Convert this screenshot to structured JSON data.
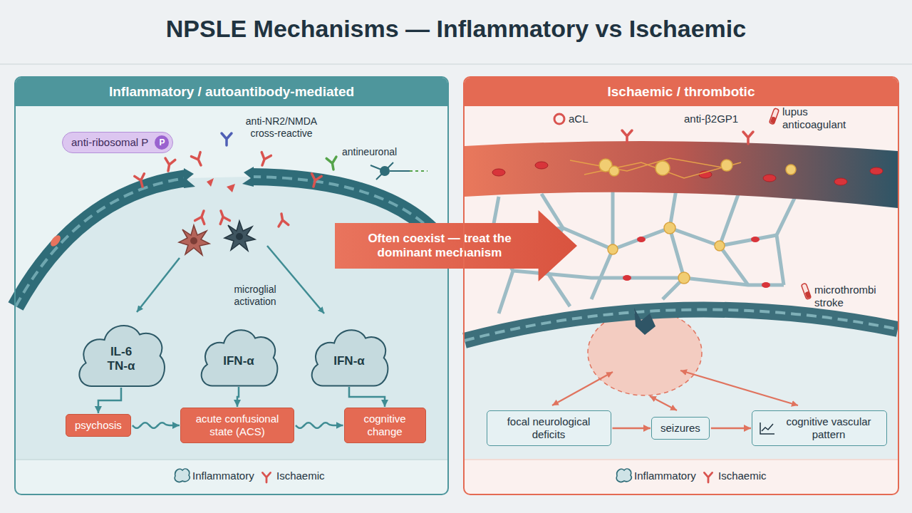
{
  "diagram": {
    "title": "NPSLE Mechanisms — Inflammatory vs Ischaemic",
    "nodes": [
      {
        "text": [
          "Inflammatory / autoantibody-mediated"
        ]
      },
      {
        "text": [
          "anti-ribosomal P"
        ],
        "in": 0
      },
      {
        "text": [
          "IL-6",
          "TN-α"
        ],
        "in": 0
      },
      {
        "text": [
          "IFN-α"
        ],
        "in": 0
      },
      {
        "text": [
          "IFN-α"
        ],
        "in": 0
      },
      {
        "text": [
          "psychosis"
        ],
        "in": 0
      },
      {
        "text": [
          "acute confusional state (ACS)"
        ],
        "in": 0
      },
      {
        "text": [
          "cognitive change"
        ],
        "in": 0
      },
      {
        "text": [
          "Often coexist — treat the dominant mechanism"
        ]
      },
      {
        "text": [
          "Ischaemic / thrombotic"
        ]
      },
      {
        "text": [
          "focal neurological deficits"
        ],
        "in": 9
      },
      {
        "text": [
          "seizures"
        ],
        "in": 9
      },
      {
        "text": [
          "cognitive vascular pattern"
        ],
        "in": 9
      }
    ],
    "edges": [
      {
        "from": 2,
        "to": 5,
        "arrow": "to"
      },
      {
        "from": 3,
        "to": 6,
        "arrow": "to"
      },
      {
        "from": 4,
        "to": 7,
        "arrow": "to"
      },
      {
        "from": 5,
        "to": 6,
        "arrow": "to"
      },
      {
        "from": 6,
        "to": 7,
        "arrow": "to"
      },
      {
        "from": 10,
        "to": 11,
        "arrow": "to"
      },
      {
        "from": 11,
        "to": 12,
        "arrow": "to"
      }
    ],
    "labels": [
      "P",
      "anti-NR2/NMDA cross-reactive",
      "antineuronal",
      "microglial activation",
      "aCL",
      "anti-β2GP1",
      "lupus anticoagulant",
      "microthrombi stroke"
    ],
    "legend": [
      {
        "text": "Inflammatory"
      },
      {
        "text": "Ischaemic"
      },
      {
        "text": "Inflammatory"
      },
      {
        "text": "Ischaemic"
      }
    ]
  }
}
